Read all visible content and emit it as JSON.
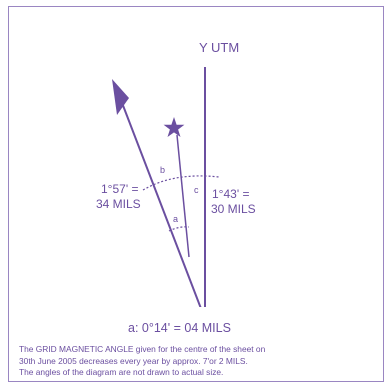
{
  "colors": {
    "line": "#6b4fa0",
    "border": "#9a86c2",
    "text": "#6b4fa0"
  },
  "diagram": {
    "north_label": "Y UTM",
    "star_icon": "star-icon",
    "arrow_icon": "magnetic-north-arrow-icon",
    "left_angle": {
      "line1": "1°57' =",
      "line2": "34 MILS"
    },
    "right_angle": {
      "line1": "1°43' =",
      "line2": "30 MILS"
    },
    "arc_labels": {
      "a": "a",
      "b": "b",
      "c": "c"
    },
    "bottom_equation": "a: 0°14'  =  04 MILS"
  },
  "caption": {
    "line1": "The GRID MAGNETIC ANGLE given for the centre of the sheet on",
    "line2": "30th June 2005 decreases every year by approx. 7'or 2 MILS.",
    "line3": "The angles of the diagram are not drawn to actual size."
  }
}
